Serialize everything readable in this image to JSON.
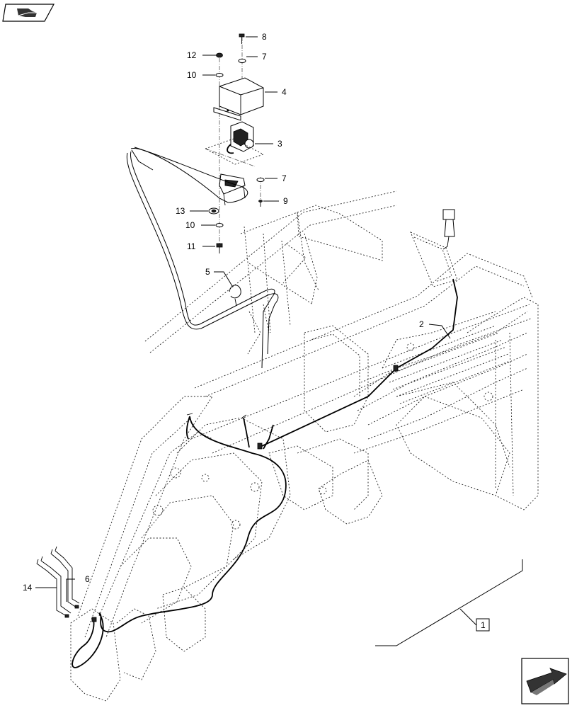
{
  "callouts": {
    "c1": "1",
    "c2": "2",
    "c3": "3",
    "c4": "4",
    "c5": "5",
    "c6": "6",
    "c7a": "7",
    "c7b": "7",
    "c8": "8",
    "c9": "9",
    "c10a": "10",
    "c10b": "10",
    "c11": "11",
    "c12": "12",
    "c13": "13",
    "c14": "14"
  },
  "icons": {
    "top_left": "book-hand-icon",
    "bottom_right": "next-page-arrow-icon"
  }
}
